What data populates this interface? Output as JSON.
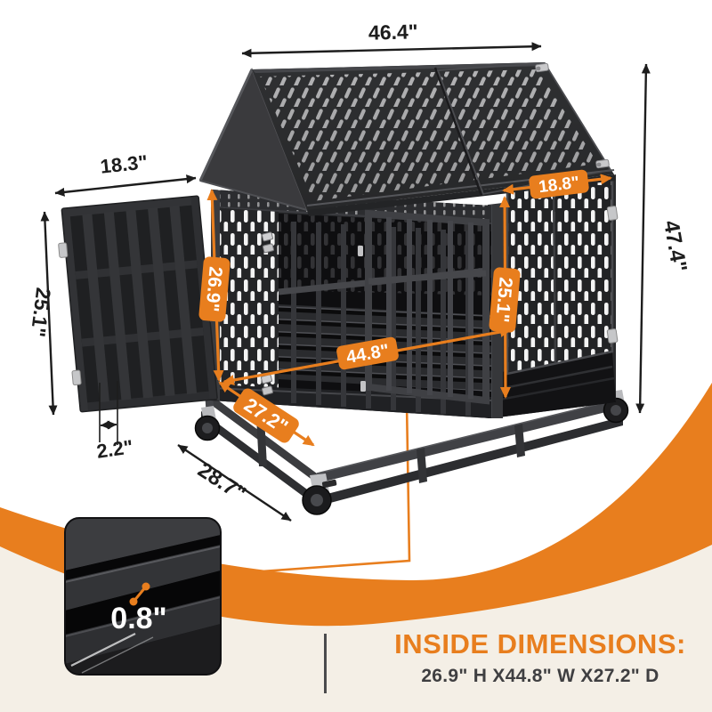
{
  "colors": {
    "accent": "#e87e1e",
    "text_dark": "#1d1d1d",
    "background_top": "#ffffff",
    "background_bottom": "#f4efe6",
    "cage_metal": "#2a2b2d",
    "badge_text": "#ffffff"
  },
  "product_diagram": {
    "dimensions": {
      "overall_width": "46.4\"",
      "front_door_width": "18.3\"",
      "front_door_height": "25.1\"",
      "bar_spacing": "2.2\"",
      "inside_height": "26.9\"",
      "base_depth": "28.7\"",
      "inside_depth": "27.2\"",
      "inside_width": "44.8\"",
      "side_door_width": "18.8\"",
      "side_door_height": "25.1\"",
      "overall_height": "47.4\""
    },
    "floor_detail": {
      "slat_gap": "0.8\""
    }
  },
  "footer": {
    "title": "INSIDE DIMENSIONS:",
    "dimensions_text": "26.9\" H X44.8\" W X27.2\" D"
  }
}
